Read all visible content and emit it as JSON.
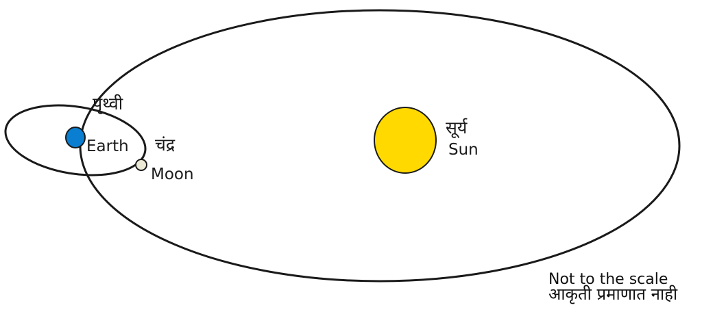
{
  "colors": {
    "orbit_stroke": "#1a1a1a",
    "earth_fill": "#0a7fd1",
    "sun_fill": "#ffd900",
    "moon_fill": "#ece9d4"
  },
  "labels": {
    "earth_marathi": "पृथ्वी",
    "earth_english": "Earth",
    "moon_marathi": "चंद्र",
    "moon_english": "Moon",
    "sun_marathi": "सूर्य",
    "sun_english": "Sun"
  },
  "note": {
    "english": "Not to the scale",
    "marathi": "आकृती प्रमाणात नाही"
  }
}
